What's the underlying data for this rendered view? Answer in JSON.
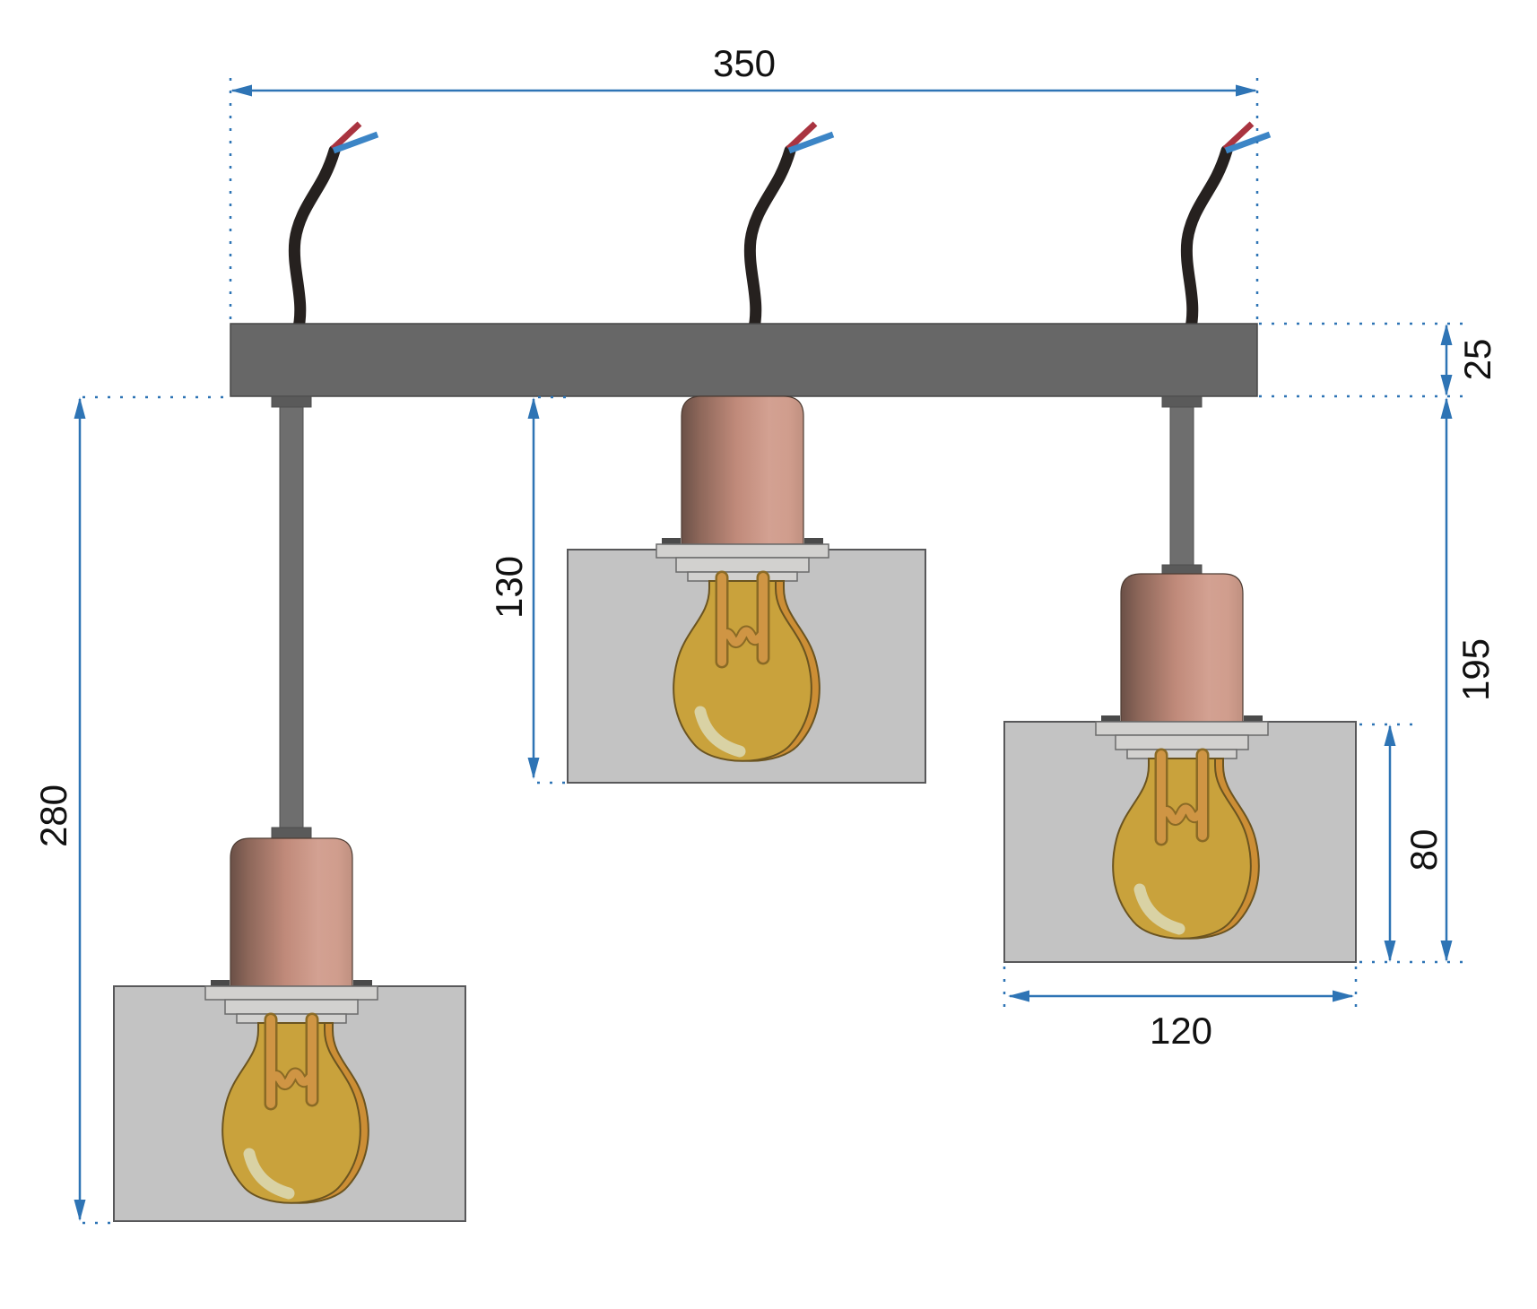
{
  "document": {
    "type": "dimensional-drawing",
    "subject": "three-pendant ceiling lamp front view"
  },
  "dimensions": {
    "total_width": "350",
    "bar_height": "25",
    "left_pendant_drop": "280",
    "middle_pendant_drop": "130",
    "right_pendant_drop": "195",
    "shade_height": "80",
    "shade_width": "120"
  },
  "colors": {
    "accent": "#2E74B5",
    "text": "#111111",
    "bar": "#676767",
    "bar_outline": "#474747",
    "rod": "#6e6e6e",
    "rod_connector": "#5a5a5a",
    "rod_outline": "#4f4f4f",
    "shade": "#c3c3c3",
    "shade_outline": "#58585a",
    "socket_outline": "#4d3c33",
    "socket_g1": "#6b5047",
    "socket_g2": "#8d675a",
    "socket_g3": "#c08a7a",
    "socket_g4": "#d3a192",
    "socket_g5": "#d09d8d",
    "socket_g6": "#bf9080",
    "flange": "#d2d1cf",
    "flange_outline": "#6b6b6b",
    "tab": "#4a4a4a",
    "bulb": "#c9a23c",
    "bulb_back": "#cc8e35",
    "bulb_outline": "#6b5420",
    "post": "#cf9544",
    "post_outline": "#8a6a25",
    "bulb_highlight": "#d9d2a4",
    "wire": "#26211f",
    "wire_red": "#a93440",
    "wire_blue": "#3c85c6"
  }
}
